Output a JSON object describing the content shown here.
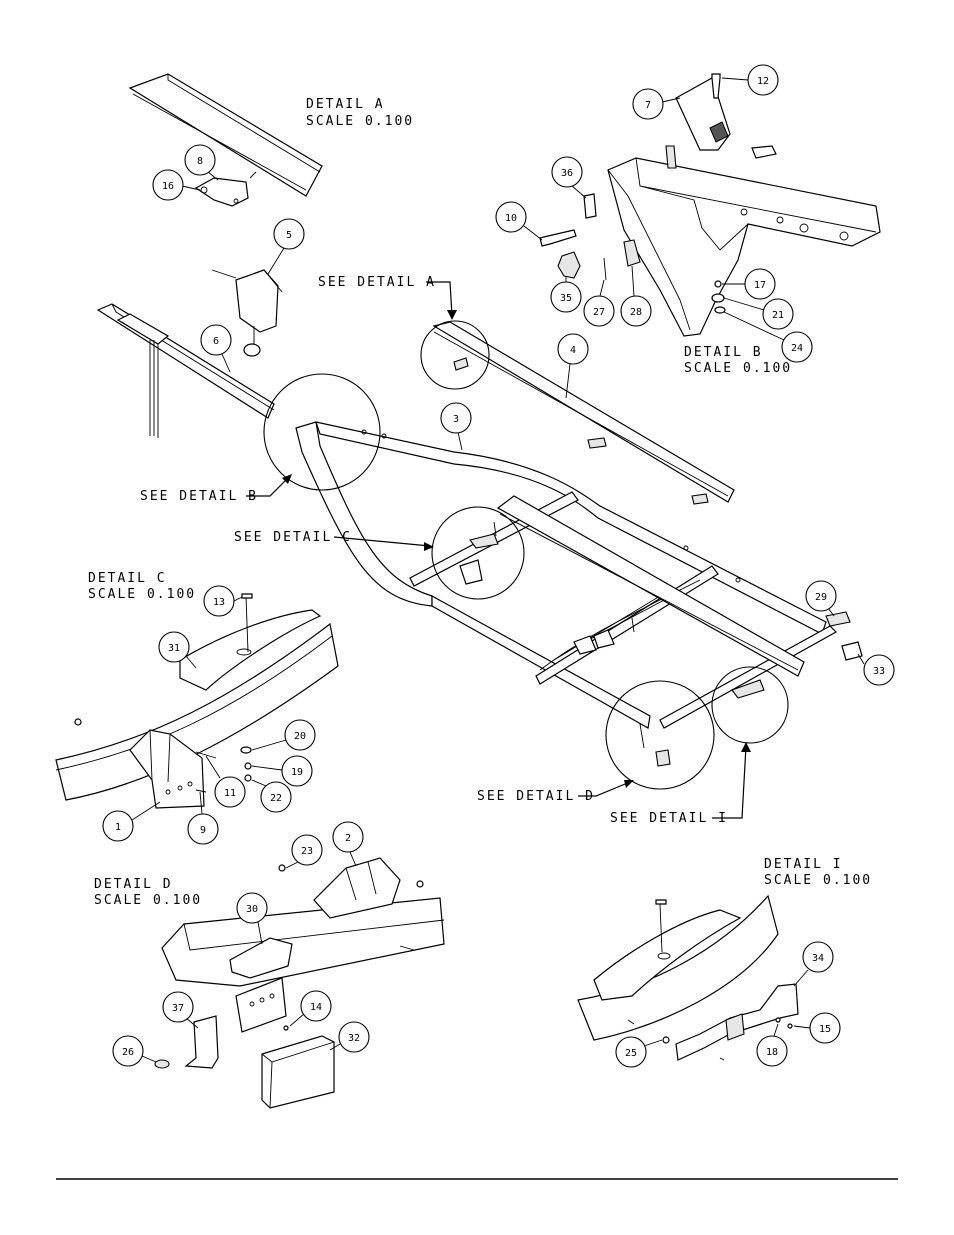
{
  "details": {
    "a": {
      "title": "DETAIL  A",
      "scale": "SCALE  0.100"
    },
    "b": {
      "title": "DETAIL  B",
      "scale": "SCALE  0.100"
    },
    "c": {
      "title": "DETAIL  C",
      "scale": "SCALE  0.100"
    },
    "d": {
      "title": "DETAIL  D",
      "scale": "SCALE  0.100"
    },
    "i": {
      "title": "DETAIL  I",
      "scale": "SCALE  0.100"
    }
  },
  "callouts": {
    "see_a": "SEE DETAIL  A",
    "see_b": "SEE DETAIL  B",
    "see_c": "SEE DETAIL  C",
    "see_d": "SEE DETAIL  D",
    "see_i": "SEE DETAIL  I"
  },
  "part_numbers": [
    "1",
    "2",
    "3",
    "4",
    "5",
    "6",
    "7",
    "8",
    "9",
    "10",
    "11",
    "12",
    "13",
    "14",
    "15",
    "16",
    "17",
    "18",
    "19",
    "20",
    "21",
    "22",
    "23",
    "24",
    "25",
    "26",
    "27",
    "28",
    "29",
    "30",
    "31",
    "32",
    "33",
    "34",
    "35",
    "36",
    "37"
  ]
}
